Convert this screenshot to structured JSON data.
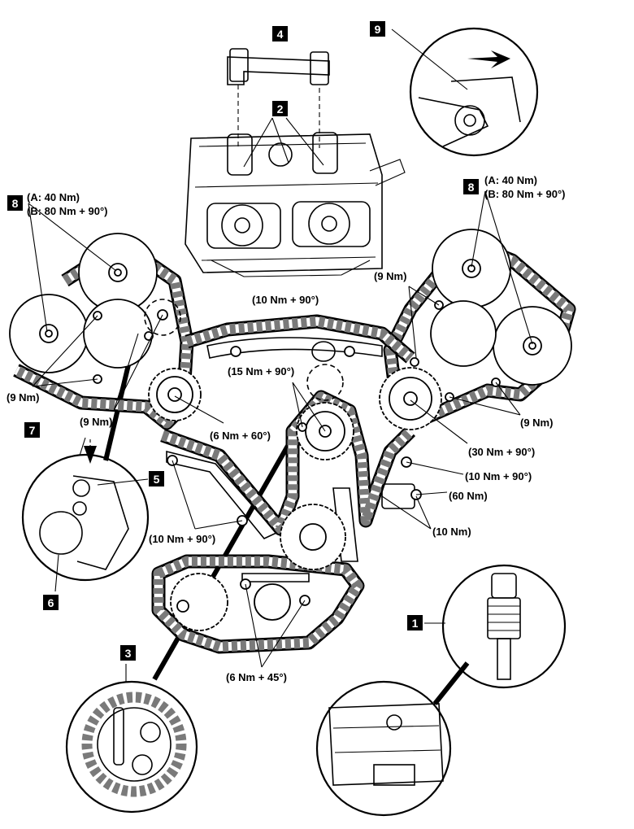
{
  "badges": {
    "b1": "1",
    "b2": "2",
    "b3": "3",
    "b4": "4",
    "b5": "5",
    "b6": "6",
    "b7": "7",
    "b8_left": "8",
    "b8_right": "8",
    "b9": "9"
  },
  "torques": {
    "left_a": "(A: 40 Nm)",
    "left_b": "(B: 80 Nm + 90°)",
    "right_a": "(A: 40 Nm)",
    "right_b": "(B: 80 Nm + 90°)",
    "top_right_9nm": "(9 Nm)",
    "upper_guide": "(10 Nm + 90°)",
    "left_9nm_a": "(9 Nm)",
    "left_9nm_b": "(9 Nm)",
    "idler_15nm": "(15 Nm + 90°)",
    "left_idler_6nm60": "(6 Nm + 60°)",
    "right_9nm": "(9 Nm)",
    "right_30nm": "(30 Nm + 90°)",
    "right_10nm90": "(10 Nm + 90°)",
    "right_60nm": "(60 Nm)",
    "right_10nm": "(10 Nm)",
    "lower_left_10nm90": "(10 Nm + 90°)",
    "bottom_6nm45": "(6 Nm + 45°)"
  },
  "colors": {
    "ink": "#000000",
    "chain": "#7a7a7a",
    "paper": "#ffffff"
  }
}
